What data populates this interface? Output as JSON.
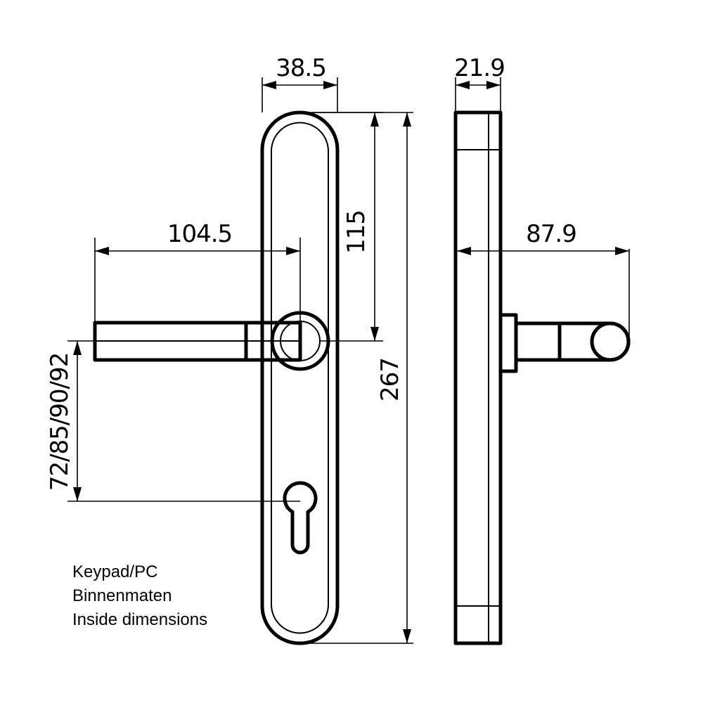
{
  "dimensions": {
    "plate_width": "38.5",
    "side_depth": "21.9",
    "handle_length": "104.5",
    "spindle_height": "115",
    "lever_projection": "87.9",
    "plate_height": "267",
    "center_distance": "72/85/90/92"
  },
  "notes": [
    "Keypad/PC",
    "Binnenmaten",
    "Inside dimensions"
  ]
}
